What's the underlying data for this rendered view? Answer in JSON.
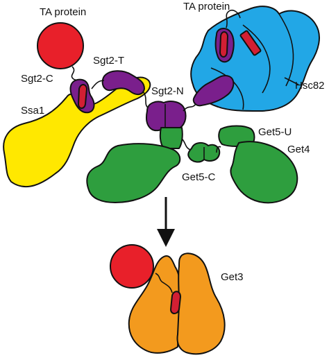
{
  "colors": {
    "ta_protein": "#e8202a",
    "ssa1": "#ffe800",
    "sgt2": "#7a1f8c",
    "hsc82": "#22a7e6",
    "get4_get5": "#2e9e3e",
    "get3": "#f39a1e",
    "tmd_helix": "#d21f33"
  },
  "labels": {
    "ta_protein_top_left": "TA protein",
    "ta_protein_top_right": "TA protein",
    "sgt2_c": "Sgt2-C",
    "sgt2_t": "Sgt2-T",
    "sgt2_n": "Sgt2-N",
    "ssa1": "Ssa1",
    "hsc82": "Hsc82",
    "get5_u": "Get5-U",
    "get4": "Get4",
    "get5_c": "Get5-C",
    "get3": "Get3"
  }
}
